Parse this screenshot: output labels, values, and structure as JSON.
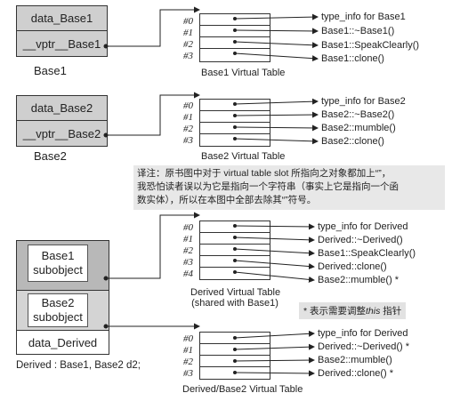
{
  "base1": {
    "field": "data_Base1",
    "vptr": "__vptr__Base1",
    "name": "Base1",
    "table_caption": "Base1 Virtual Table",
    "indices": [
      "#0",
      "#1",
      "#2",
      "#3"
    ],
    "entries": [
      "type_info for Base1",
      "Base1::~Base1()",
      "Base1::SpeakClearly()",
      "Base1::clone()"
    ]
  },
  "base2": {
    "field": "data_Base2",
    "vptr": "__vptr__Base2",
    "name": "Base2",
    "table_caption": "Base2 Virtual Table",
    "indices": [
      "#0",
      "#1",
      "#2",
      "#3"
    ],
    "entries": [
      "type_info for Base2",
      "Base2::~Base2()",
      "Base2::mumble()",
      "Base2::clone()"
    ]
  },
  "note": {
    "line1": "译注：原书图中对于 virtual table slot 所指向之对象都加上“”，",
    "line2": "我恐怕读者误以为它是指向一个字符串（事实上它是指向一个函",
    "line3": "数实体），所以在本图中全部去除其“”符号。"
  },
  "derived": {
    "base1_sub": "Base1\nsubobject",
    "base2_sub": "Base2\nsubobject",
    "field": "data_Derived",
    "decl": "Derived : Base1, Base2 d2;",
    "table_caption_line1": "Derived Virtual Table",
    "table_caption_line2": "(shared with Base1)",
    "indices": [
      "#0",
      "#1",
      "#2",
      "#3",
      "#4"
    ],
    "entries": [
      "type_info for Derived",
      "Derived::~Derived()",
      "Base1::SpeakClearly()",
      "Derived::clone()",
      "Base2::mumble() *"
    ],
    "adjust_note_prefix": "* 表示需要调整",
    "adjust_note_this": "this",
    "adjust_note_suffix": " 指针"
  },
  "derived_base2": {
    "table_caption": "Derived/Base2 Virtual Table",
    "indices": [
      "#0",
      "#1",
      "#2",
      "#3"
    ],
    "entries": [
      "type_info for Derived",
      "Derived::~Derived() *",
      "Base2::mumble()",
      "Derived::clone() *"
    ]
  }
}
